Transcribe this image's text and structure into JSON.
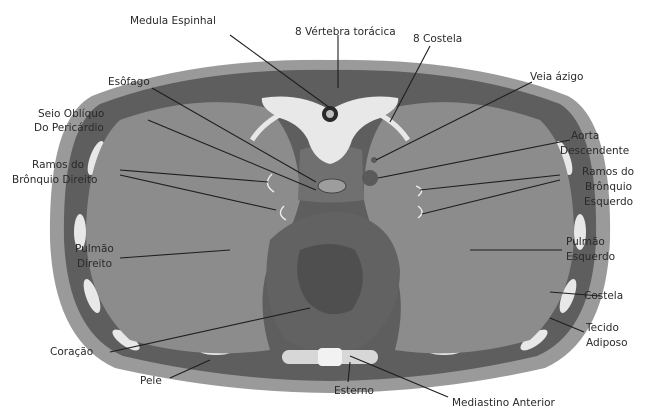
{
  "labels": {
    "spinal_cord": "Medula Espinhal",
    "vertebra": "8 Vértebra torácica",
    "rib8": "8 Costela",
    "esophagus": "Esôfago",
    "azygos": "Veia ázigo",
    "oblique_sinus_1": "Seio Oblíquo",
    "oblique_sinus_2": "Do Pericárdio",
    "aorta_1": "Aorta",
    "aorta_2": "Descendente",
    "right_bronchi_1": "Ramos do",
    "right_bronchi_2": "Brônquio Direito",
    "left_bronchi_1": "Ramos do",
    "left_bronchi_2": "Brônquio",
    "left_bronchi_3": "Esquerdo",
    "right_lung_1": "Pulmão",
    "right_lung_2": "Direito",
    "left_lung_1": "Pulmão",
    "left_lung_2": "Esquerdo",
    "rib": "Costela",
    "adipose_1": "Tecido",
    "adipose_2": "Adiposo",
    "heart": "Coração",
    "skin": "Pele",
    "sternum": "Esterno",
    "anterior_mediastinum": "Mediastino Anterior"
  },
  "colors": {
    "skin": "#9a9a9a",
    "fat": "#5e5e5e",
    "lung": "#8c8c8c",
    "heart": "#626262",
    "bone": "#e8e8e8",
    "text": "#2a2a2a"
  }
}
